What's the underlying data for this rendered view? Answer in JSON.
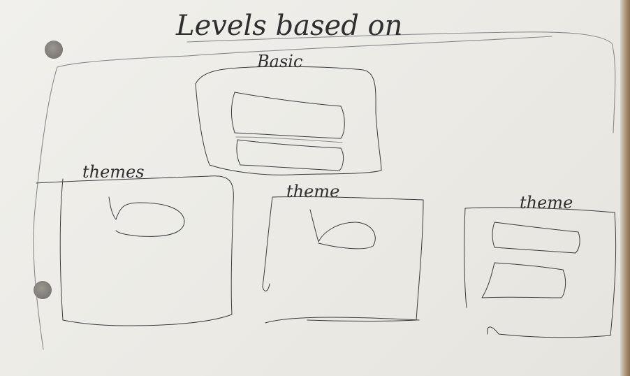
{
  "diagram": {
    "title": "Levels based on",
    "basic_label": "Basic",
    "theme_labels": [
      "themes",
      "theme",
      "theme"
    ]
  }
}
